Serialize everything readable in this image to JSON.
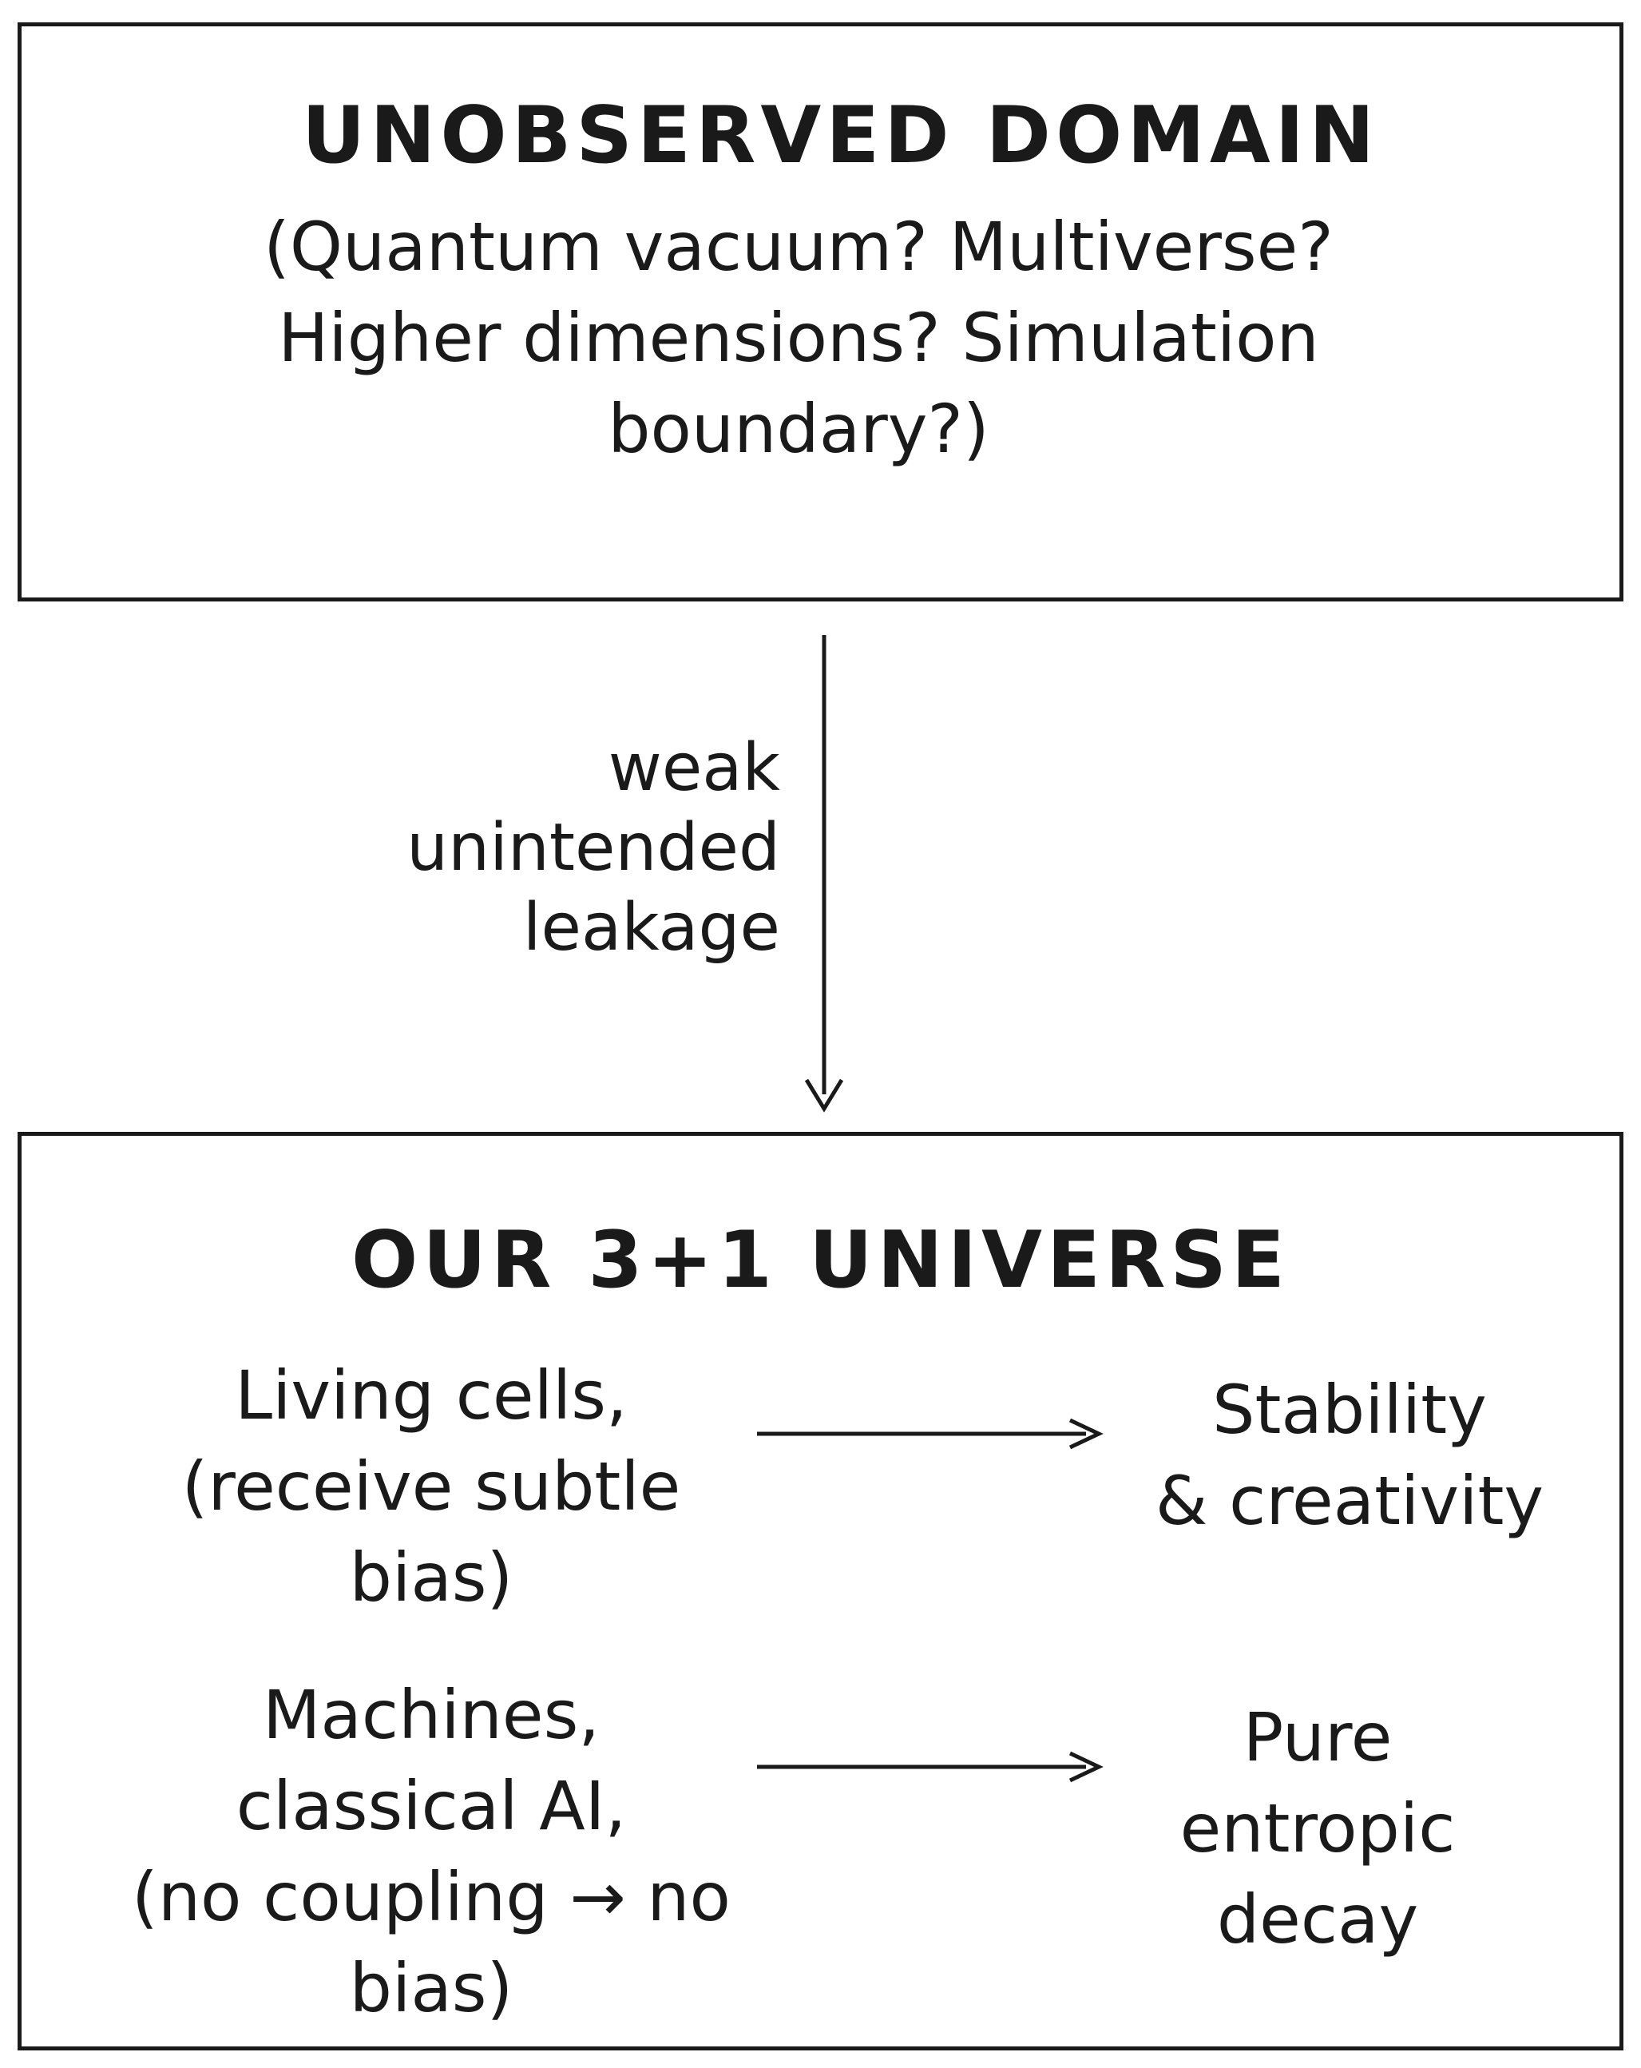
{
  "top_box": {
    "title": "UNOBSERVED DOMAIN",
    "lines": [
      "(Quantum vacuum? Multiverse?",
      "Higher dimensions? Simulation",
      "boundary?)"
    ]
  },
  "connector": {
    "lines": [
      "weak",
      "unintended",
      "leakage"
    ]
  },
  "bottom_box": {
    "title": "OUR 3+1 UNIVERSE",
    "rows": [
      {
        "source_lines": [
          "Living cells,",
          "(receive subtle",
          "bias)"
        ],
        "target_lines": [
          "Stability",
          "& creativity"
        ]
      },
      {
        "source_lines": [
          "Machines,",
          "classical AI,",
          "(no coupling → no",
          "bias)"
        ],
        "target_lines": [
          "Pure",
          "entropic",
          "decay"
        ]
      }
    ]
  }
}
